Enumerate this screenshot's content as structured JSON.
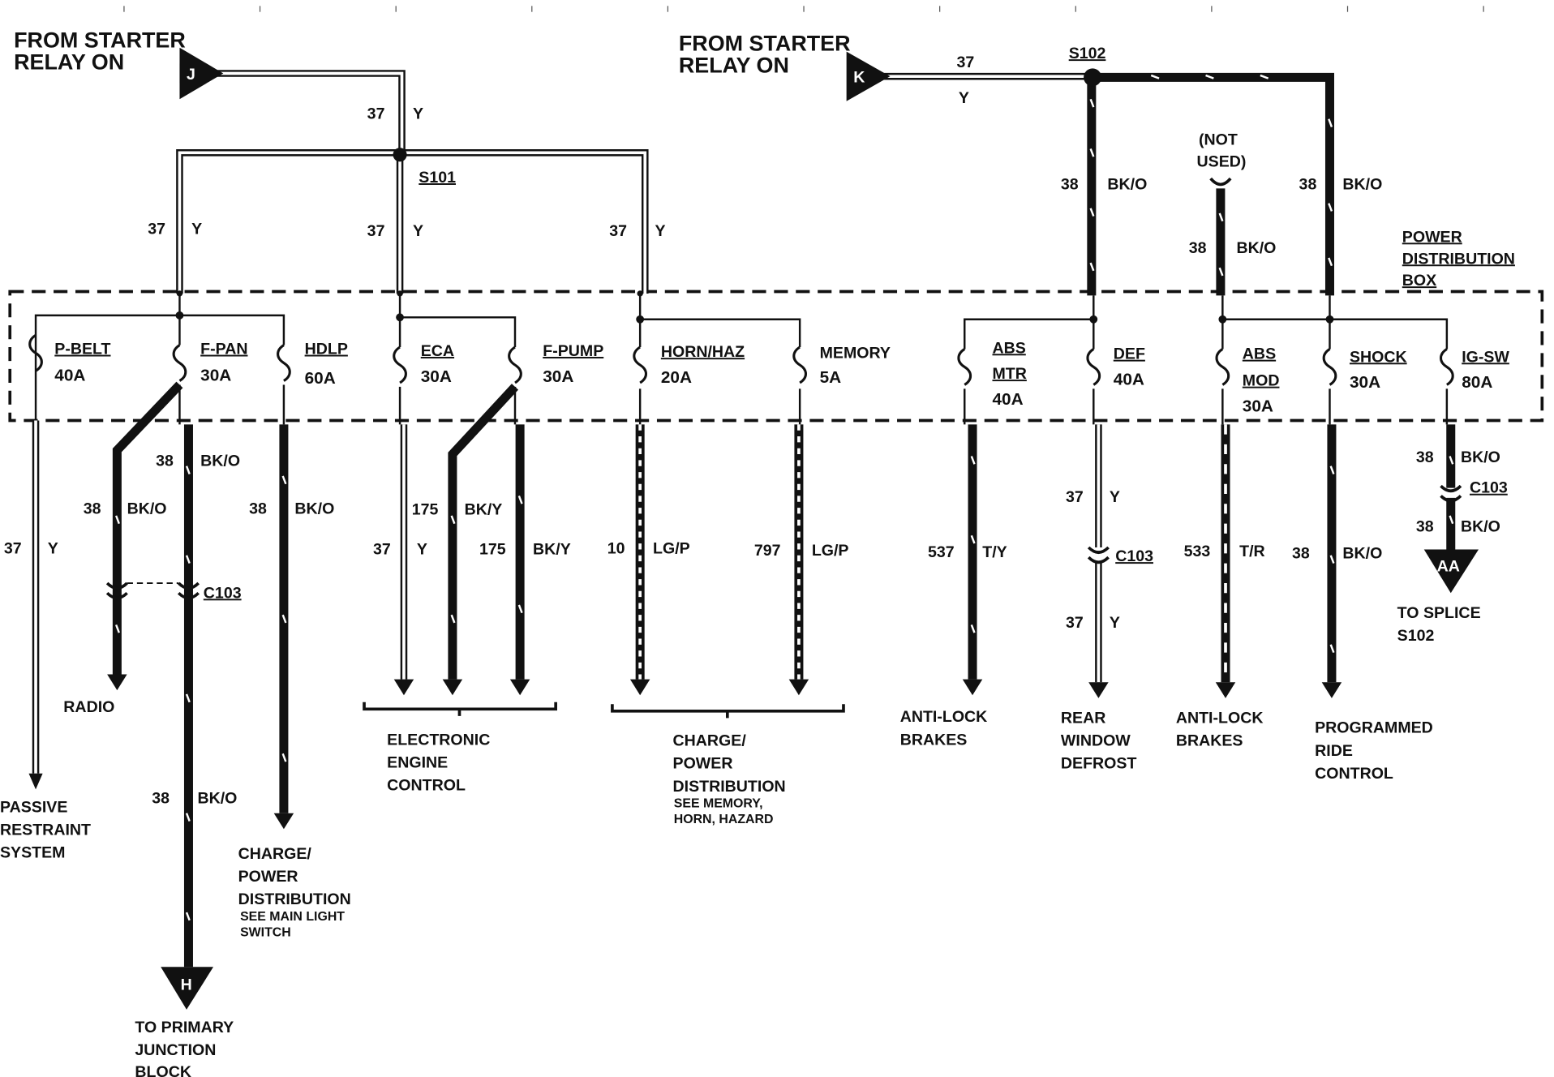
{
  "sources": {
    "j": {
      "text": [
        "FROM STARTER",
        "RELAY ON"
      ],
      "connector": "J"
    },
    "k": {
      "text": [
        "FROM STARTER",
        "RELAY ON"
      ],
      "connector": "K"
    }
  },
  "splices": {
    "s101": "S101",
    "s102": "S102"
  },
  "box_label": [
    "POWER",
    "DISTRIBUTION",
    "BOX"
  ],
  "not_used": [
    "(NOT",
    "USED)"
  ],
  "fuses": {
    "pbelt": {
      "name": "P-BELT",
      "rating": "40A"
    },
    "fpan": {
      "name": "F-PAN",
      "rating": "30A"
    },
    "hdlp": {
      "name": "HDLP",
      "rating": "60A"
    },
    "eca": {
      "name": "ECA",
      "rating": "30A"
    },
    "fpump": {
      "name": "F-PUMP",
      "rating": "30A"
    },
    "hornhaz": {
      "name": "HORN/HAZ",
      "rating": "20A"
    },
    "memory": {
      "name": "MEMORY",
      "rating": "5A"
    },
    "absmtr": {
      "name": [
        "ABS",
        "MTR"
      ],
      "rating": "40A"
    },
    "def": {
      "name": "DEF",
      "rating": "40A"
    },
    "absmod": {
      "name": [
        "ABS",
        "MOD"
      ],
      "rating": "30A"
    },
    "shock": {
      "name": "SHOCK",
      "rating": "30A"
    },
    "igsw": {
      "name": "IG-SW",
      "rating": "80A"
    }
  },
  "wires": {
    "w37": "37",
    "wY": "Y",
    "w38": "38",
    "wBKO": "BK/O",
    "w175": "175",
    "wBKY": "BK/Y",
    "w10": "10",
    "wLGP": "LG/P",
    "w797": "797",
    "w537": "537",
    "wTY": "T/Y",
    "w533": "533",
    "wTR": "T/R"
  },
  "connectors": {
    "c103": "C103",
    "h": "H",
    "aa": "AA"
  },
  "destinations": {
    "radio": "RADIO",
    "passive": [
      "PASSIVE",
      "RESTRAINT",
      "SYSTEM"
    ],
    "primary": [
      "TO PRIMARY",
      "JUNCTION",
      "BLOCK"
    ],
    "charge1": [
      "CHARGE/",
      "POWER",
      "DISTRIBUTION"
    ],
    "charge1_note": [
      "SEE MAIN LIGHT",
      "SWITCH"
    ],
    "eec": [
      "ELECTRONIC",
      "ENGINE",
      "CONTROL"
    ],
    "charge2": [
      "CHARGE/",
      "POWER",
      "DISTRIBUTION"
    ],
    "charge2_note": [
      "SEE MEMORY,",
      "HORN, HAZARD"
    ],
    "abs1": [
      "ANTI-LOCK",
      "BRAKES"
    ],
    "defrost": [
      "REAR",
      "WINDOW",
      "DEFROST"
    ],
    "abs2": [
      "ANTI-LOCK",
      "BRAKES"
    ],
    "prc": [
      "PROGRAMMED",
      "RIDE",
      "CONTROL"
    ],
    "splice": [
      "TO SPLICE",
      "S102"
    ]
  }
}
